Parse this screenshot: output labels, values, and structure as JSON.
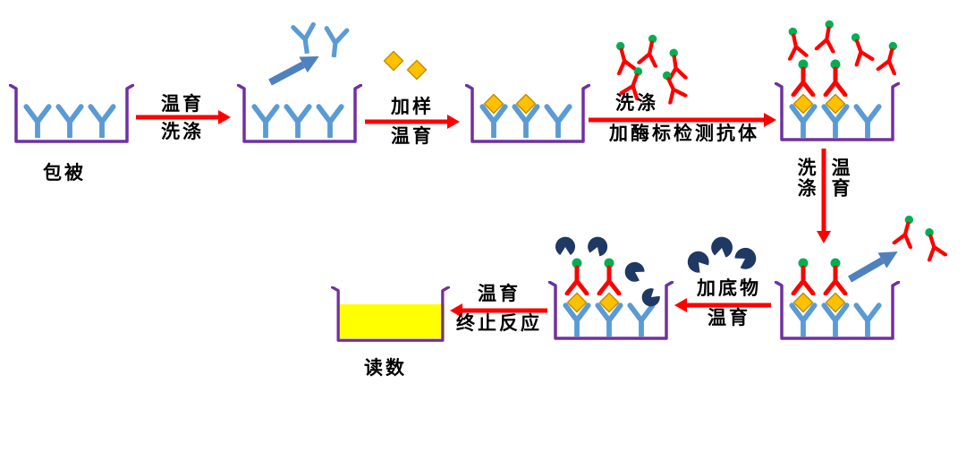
{
  "labels": {
    "coat": "包被",
    "read": "读数"
  },
  "steps": {
    "s1_line1": "温育",
    "s1_line2": "洗涤",
    "s2_line1": "加样",
    "s2_line2": "温育",
    "s3_line1": "洗涤",
    "s3_line2": "加酶标检测抗体",
    "s4_col1": "洗涤",
    "s4_col2": "温育",
    "s5_line1": "加底物",
    "s5_line2": "温育",
    "s6_line1": "温育",
    "s6_line2": "终止反应"
  },
  "colors": {
    "well": "#7030A0",
    "capture_antibody": "#5B9BD5",
    "antigen_fill": "#FFC000",
    "antigen_stroke": "#BF9000",
    "detection_antibody": "#FF0000",
    "enzyme": "#00B050",
    "substrate": "#1F3864",
    "process_arrow": "#FF0000",
    "wash_arrow": "#4F81BD",
    "product": "#FFFF00",
    "text": "#000000"
  },
  "icons": {
    "capture_antibody_icon": "blue Y-shaped antibody",
    "antigen_icon": "orange diamond antigen",
    "detection_antibody_icon": "red Y antibody with green enzyme dot",
    "substrate_icon": "dark navy pac-man substrate",
    "well_icon": "purple U-shaped microplate well",
    "process_arrow_icon": "red step arrow",
    "wash_arrow_icon": "blue diagonal wash-away arrow",
    "product_icon": "yellow colored reaction product in well"
  }
}
